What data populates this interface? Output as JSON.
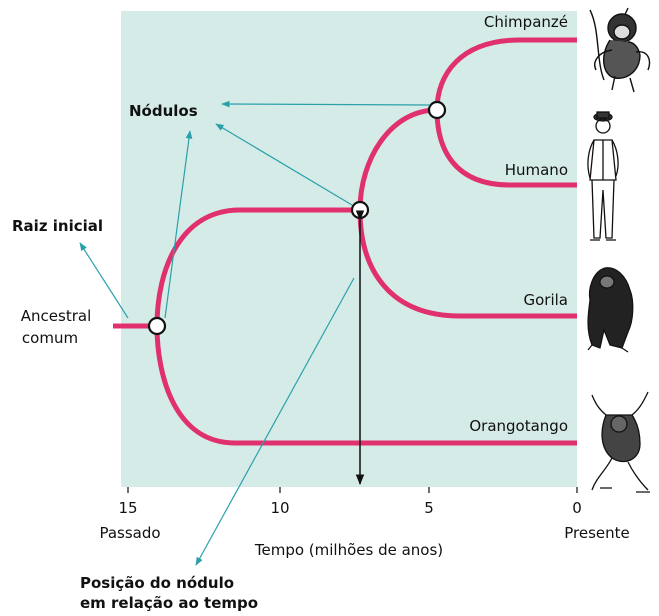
{
  "colors": {
    "panel": "#d5ebe7",
    "branch": "#e0306e",
    "pointer": "#2aa1aa",
    "time_arrow": "#111111",
    "node_fill": "#ffffff"
  },
  "taxa": {
    "chimpanzee": "Chimpanzé",
    "human": "Humano",
    "gorilla": "Gorila",
    "orangutan": "Orangotango"
  },
  "illustrations": [
    "chimpanzee-illustration",
    "human-illustration",
    "gorilla-illustration",
    "orangutan-illustration"
  ],
  "root_label_line1": "Ancestral",
  "root_label_line2": "comum",
  "callouts": {
    "nodes": "Nódulos",
    "root": "Raiz inicial",
    "node_time_line1": "Posição do nódulo",
    "node_time_line2": "em relação ao tempo"
  },
  "axis": {
    "ticks": [
      "15",
      "10",
      "5",
      "0"
    ],
    "left_end_label": "Passado",
    "right_end_label": "Presente",
    "title": "Tempo (milhões de anos)"
  }
}
